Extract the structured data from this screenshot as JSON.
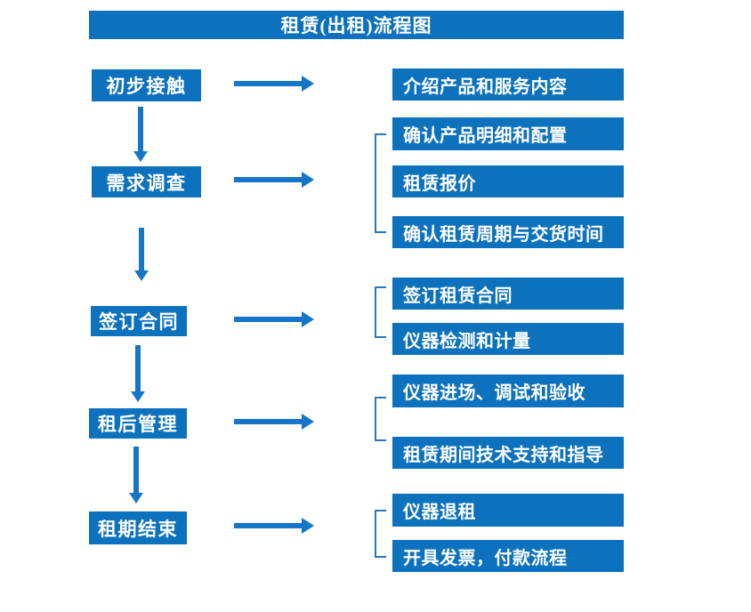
{
  "title": "租赁(出租)流程图",
  "colors": {
    "box_blue": "#0d72bd",
    "arrow_blue": "#1576c8",
    "bracket_blue": "#2e75b6",
    "text_white": "#ffffff",
    "background": "#ffffff"
  },
  "steps": [
    {
      "label": "初步接触",
      "details": [
        "介绍产品和服务内容"
      ]
    },
    {
      "label": "需求调查",
      "details": [
        "确认产品明细和配置",
        "租赁报价",
        "确认租赁周期与交货时间"
      ]
    },
    {
      "label": "签订合同",
      "details": [
        "签订租赁合同",
        "仪器检测和计量"
      ]
    },
    {
      "label": "租后管理",
      "details": [
        "仪器进场、调试和验收",
        "租赁期间技术支持和指导"
      ]
    },
    {
      "label": "租期结束",
      "details": [
        "仪器退租",
        "开具发票，付款流程"
      ]
    }
  ]
}
